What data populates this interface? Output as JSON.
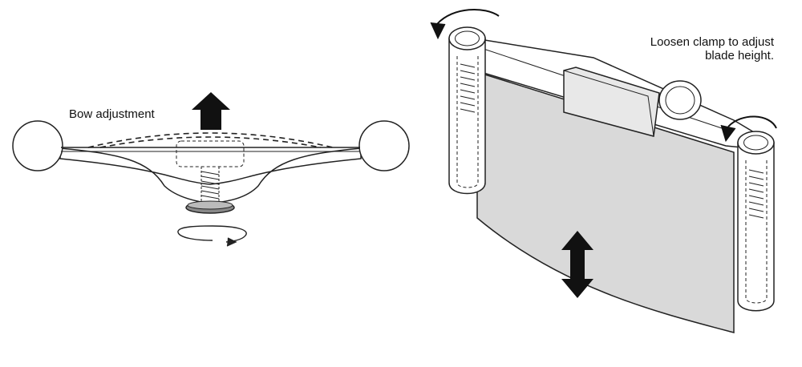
{
  "labels": {
    "bow_adjustment": "Bow adjustment",
    "clamp_line1": "Loosen clamp to adjust",
    "clamp_line2": "blade height."
  },
  "colors": {
    "ink": "#111111",
    "line": "#222222",
    "blade_fill": "#d9d9d9",
    "tool_fill": "#ffffff"
  },
  "icons": [
    "rotation-arrow-icon",
    "up-arrow-icon",
    "double-arrow-icon"
  ]
}
